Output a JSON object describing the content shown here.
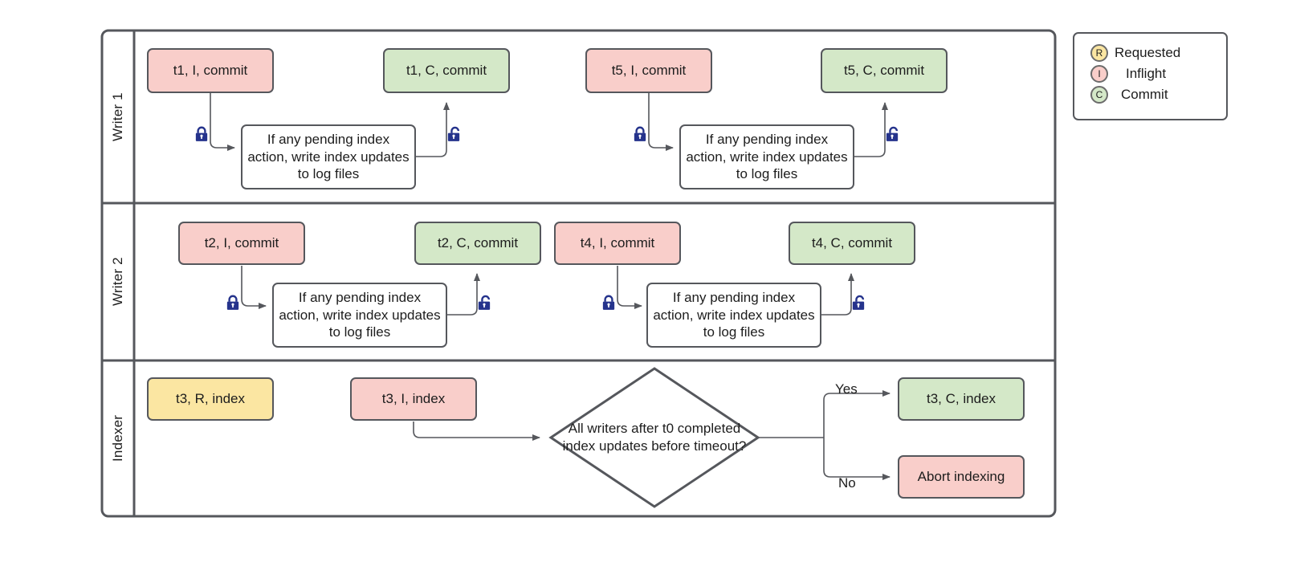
{
  "diagram": {
    "title": "Writer / Indexer commit and index-update swimlane flow",
    "colors": {
      "inflight": "#f9ceca",
      "commit": "#d4e8c8",
      "requested": "#fbe6a2",
      "stroke": "#55575c",
      "lock": "#25338c",
      "connector": "#55575c",
      "background": "#ffffff"
    }
  },
  "lanes": [
    {
      "id": "writer1",
      "label": "Writer 1"
    },
    {
      "id": "writer2",
      "label": "Writer 2"
    },
    {
      "id": "indexer",
      "label": "Indexer"
    }
  ],
  "writer1": {
    "nodes": [
      {
        "id": "w1-t1-i",
        "label": "t1, I, commit",
        "type": "inflight"
      },
      {
        "id": "w1-t1-c",
        "label": "t1, C, commit",
        "type": "commit"
      },
      {
        "id": "w1-t5-i",
        "label": "t5, I, commit",
        "type": "inflight"
      },
      {
        "id": "w1-t5-c",
        "label": "t5, C, commit",
        "type": "commit"
      },
      {
        "id": "w1-proc-1",
        "label": "If any pending index action, write index updates to log files",
        "type": "process"
      },
      {
        "id": "w1-proc-2",
        "label": "If any pending index action, write index updates to log files",
        "type": "process"
      }
    ],
    "locks": [
      {
        "id": "w1-lock-1",
        "state": "locked"
      },
      {
        "id": "w1-lock-2",
        "state": "unlocked"
      },
      {
        "id": "w1-lock-3",
        "state": "locked"
      },
      {
        "id": "w1-lock-4",
        "state": "unlocked"
      }
    ]
  },
  "writer2": {
    "nodes": [
      {
        "id": "w2-t2-i",
        "label": "t2, I, commit",
        "type": "inflight"
      },
      {
        "id": "w2-t2-c",
        "label": "t2, C, commit",
        "type": "commit"
      },
      {
        "id": "w2-t4-i",
        "label": "t4, I, commit",
        "type": "inflight"
      },
      {
        "id": "w2-t4-c",
        "label": "t4, C, commit",
        "type": "commit"
      },
      {
        "id": "w2-proc-1",
        "label": "If any pending index action, write index updates to log files",
        "type": "process"
      },
      {
        "id": "w2-proc-2",
        "label": "If any pending index action, write index updates to log files",
        "type": "process"
      }
    ],
    "locks": [
      {
        "id": "w2-lock-1",
        "state": "locked"
      },
      {
        "id": "w2-lock-2",
        "state": "unlocked"
      },
      {
        "id": "w2-lock-3",
        "state": "locked"
      },
      {
        "id": "w2-lock-4",
        "state": "unlocked"
      }
    ]
  },
  "indexer": {
    "nodes": [
      {
        "id": "ix-t3-r",
        "label": "t3, R, index",
        "type": "requested"
      },
      {
        "id": "ix-t3-i",
        "label": "t3, I, index",
        "type": "inflight"
      },
      {
        "id": "ix-t3-c",
        "label": "t3, C, index",
        "type": "commit"
      },
      {
        "id": "ix-abort",
        "label": "Abort indexing",
        "type": "inflight"
      }
    ],
    "decision": {
      "id": "ix-decision",
      "label": "All writers after t0 completed index updates before timeout?"
    },
    "branch_labels": {
      "yes": "Yes",
      "no": "No"
    }
  },
  "legend": {
    "items": [
      {
        "badge": "R",
        "label": "Requested",
        "type": "requested"
      },
      {
        "badge": "I",
        "label": "Inflight",
        "type": "inflight"
      },
      {
        "badge": "C",
        "label": "Commit",
        "type": "commit"
      }
    ]
  }
}
